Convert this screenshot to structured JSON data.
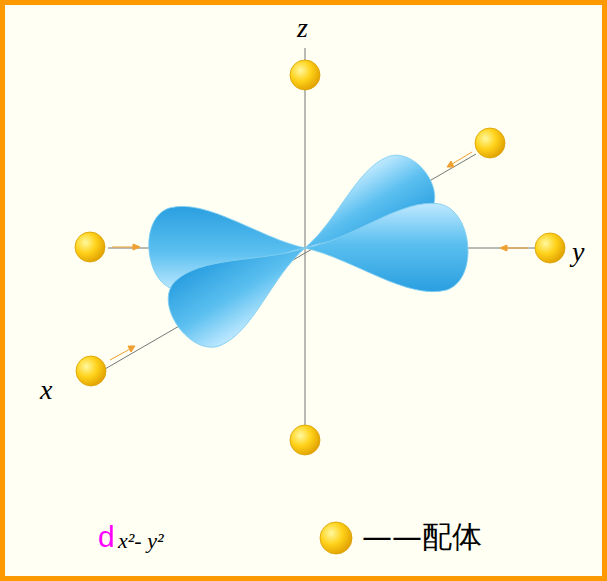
{
  "diagram": {
    "labels": [
      "z",
      "y",
      "x",
      "d",
      "x²- y²"
    ],
    "legend": [
      {
        "text": "——配体"
      }
    ]
  }
}
